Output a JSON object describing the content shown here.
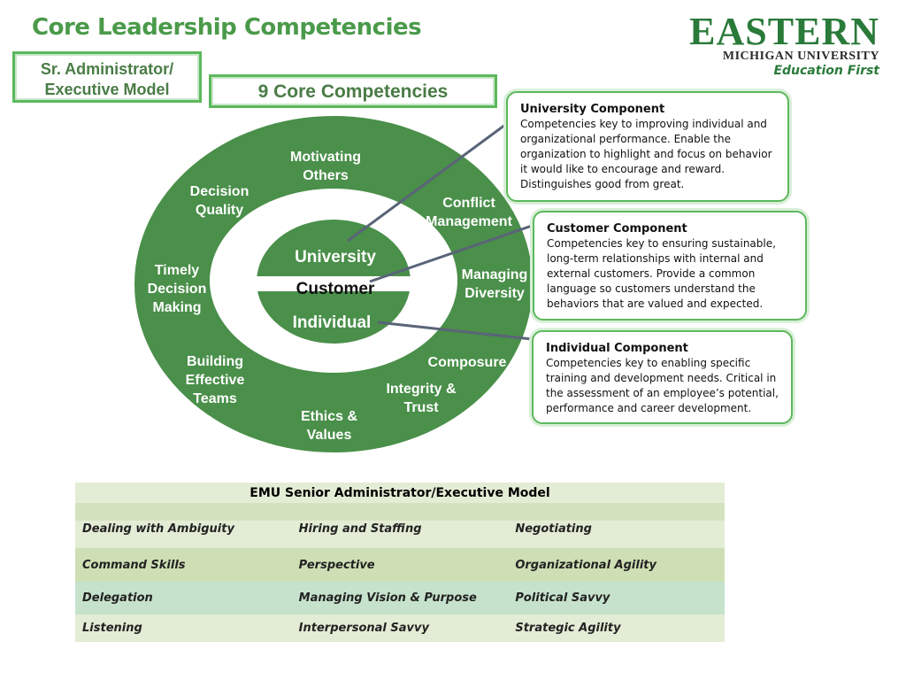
{
  "header": {
    "title": "Core Leadership Competencies",
    "model_label": "Sr. Administrator/ Executive Model",
    "model_line1": "Sr. Administrator/",
    "model_line2": "Executive Model",
    "core_label": "9 Core Competencies"
  },
  "logo": {
    "eastern": "EASTERN",
    "university": "MICHIGAN UNIVERSITY",
    "tagline": "Education First"
  },
  "ring_competencies": [
    {
      "line1": "Motivating",
      "line2": "Others"
    },
    {
      "line1": "Conflict",
      "line2": "Management"
    },
    {
      "line1": "Managing",
      "line2": "Diversity"
    },
    {
      "line1": "Composure",
      "line2": ""
    },
    {
      "line1": "Integrity &",
      "line2": "Trust"
    },
    {
      "line1": "Ethics &",
      "line2": "Values"
    },
    {
      "line1": "Building",
      "line2": "Effective",
      "line3": "Teams"
    },
    {
      "line1": "Timely",
      "line2": "Decision",
      "line3": "Making"
    },
    {
      "line1": "Decision",
      "line2": "Quality"
    }
  ],
  "core_labels": {
    "university": "University",
    "customer": "Customer",
    "individual": "Individual"
  },
  "callouts": {
    "university": {
      "heading": "University Component",
      "body": "Competencies key to improving individual and organizational performance.  Enable the organization to highlight and focus on behavior it would like to encourage and reward.  Distinguishes good from great."
    },
    "customer": {
      "heading": "Customer Component",
      "body": "Competencies key to ensuring sustainable, long-term relationships with internal and external customers.  Provide a common language so customers understand the behaviors that are valued and expected."
    },
    "individual": {
      "heading": "Individual Component",
      "body": "Competencies key to enabling specific training and development needs.  Critical in the assessment of an employee’s potential, performance and career development."
    }
  },
  "table": {
    "title": "EMU Senior Administrator/Executive Model",
    "rows": [
      [
        "Dealing with Ambiguity",
        "Hiring and Staffing",
        "Negotiating"
      ],
      [
        "Command Skills",
        "Perspective",
        "Organizational Agility"
      ],
      [
        "Delegation",
        "Managing Vision & Purpose",
        "Political Savvy"
      ],
      [
        "Listening",
        "Interpersonal Savvy",
        "Strategic Agility"
      ]
    ],
    "row_colors": [
      "#e3ecd5",
      "#cfdfb5",
      "#c6e2cc",
      "#e3ecd5"
    ]
  },
  "colors": {
    "ring_green": "#4a8f4a",
    "title_green": "#4a9a4a",
    "border_green": "#5cb85c",
    "connector": "#5a6478"
  }
}
